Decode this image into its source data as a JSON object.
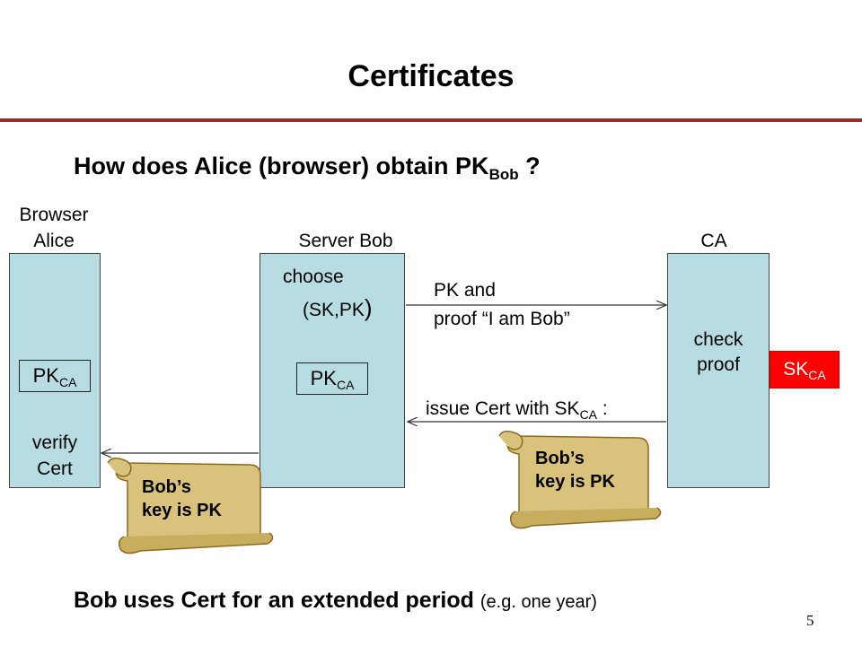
{
  "slide": {
    "title": "Certificates",
    "question": {
      "prefix": "How does Alice (browser)  obtain   PK",
      "sub": "Bob",
      "suffix": " ?"
    },
    "bottom": {
      "main": "Bob uses Cert for an extended period",
      "note": "(e.g. one year)"
    },
    "page_number": "5"
  },
  "alice": {
    "label_line1": "Browser",
    "label_line2": "Alice",
    "pk_main": "PK",
    "pk_sub": "CA",
    "verify_line1": "verify",
    "verify_line2": "Cert"
  },
  "bob": {
    "label": "Server Bob",
    "choose_line1": "choose",
    "choose_line2": "(SK,PK",
    "choose_paren": ")",
    "pk_main": "PK",
    "pk_sub": "CA"
  },
  "ca": {
    "label": "CA",
    "check_line1": "check",
    "check_line2": "proof",
    "sk_main": "SK",
    "sk_sub": "CA"
  },
  "messages": {
    "to_ca_line1": "PK     and",
    "to_ca_line2": "proof “I am Bob”",
    "issue_main": "issue Cert with SK",
    "issue_sub": "CA",
    "issue_suffix": " :"
  },
  "scrolls": {
    "near_ca": {
      "line1": "Bob’s",
      "line2": "key is PK"
    },
    "near_alice": {
      "line1": "Bob’s",
      "line2": "key is PK"
    }
  },
  "colors": {
    "box_fill": "#b7dde3",
    "rule": "#9b2c2c",
    "sk_fill": "#ff0000",
    "scroll": "#d9c27c"
  }
}
